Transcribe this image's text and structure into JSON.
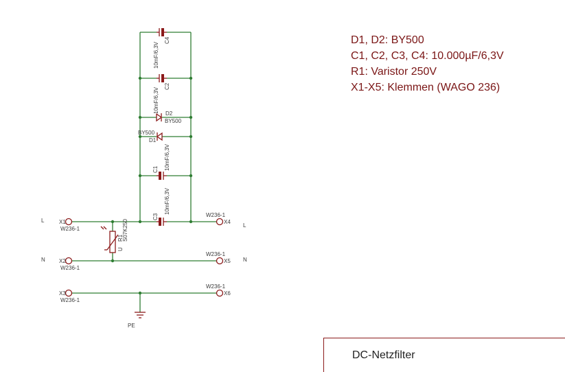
{
  "notes": [
    "D1, D2: BY500",
    "C1, C2, C3, C4: 10.000µF/6,3V",
    "R1: Varistor 250V",
    "X1-X5: Klemmen (WAGO 236)"
  ],
  "title_block": {
    "title": "DC-Netzfilter"
  },
  "nets": {
    "l": "L",
    "n": "N",
    "pe": "PE"
  },
  "components": {
    "c4": {
      "name": "C4",
      "value": "10mF/6,3V"
    },
    "c2": {
      "name": "C2",
      "value": "10mF/6,3V"
    },
    "d2": {
      "name": "D2",
      "value": "BY500"
    },
    "d1": {
      "name": "D1",
      "value": "BY500"
    },
    "c1": {
      "name": "C1",
      "value": "10mF/6,3V"
    },
    "c3": {
      "name": "C3",
      "value": "10mF/6,3V"
    },
    "r1": {
      "name": "R1",
      "value": "S07K250",
      "mark": "U"
    }
  },
  "terminals": {
    "x1": {
      "name": "X1",
      "type": "W236-1"
    },
    "x2": {
      "name": "X2",
      "type": "W236-1"
    },
    "x3": {
      "name": "X3",
      "type": "W236-1"
    },
    "x4": {
      "name": "X4",
      "type": "W236-1"
    },
    "x5": {
      "name": "X5",
      "type": "W236-1"
    },
    "x6": {
      "name": "X6",
      "type": "W236-1"
    }
  },
  "colors": {
    "wire": "#2e7d32",
    "part": "#8b1a1a",
    "notes": "#7a1515"
  }
}
